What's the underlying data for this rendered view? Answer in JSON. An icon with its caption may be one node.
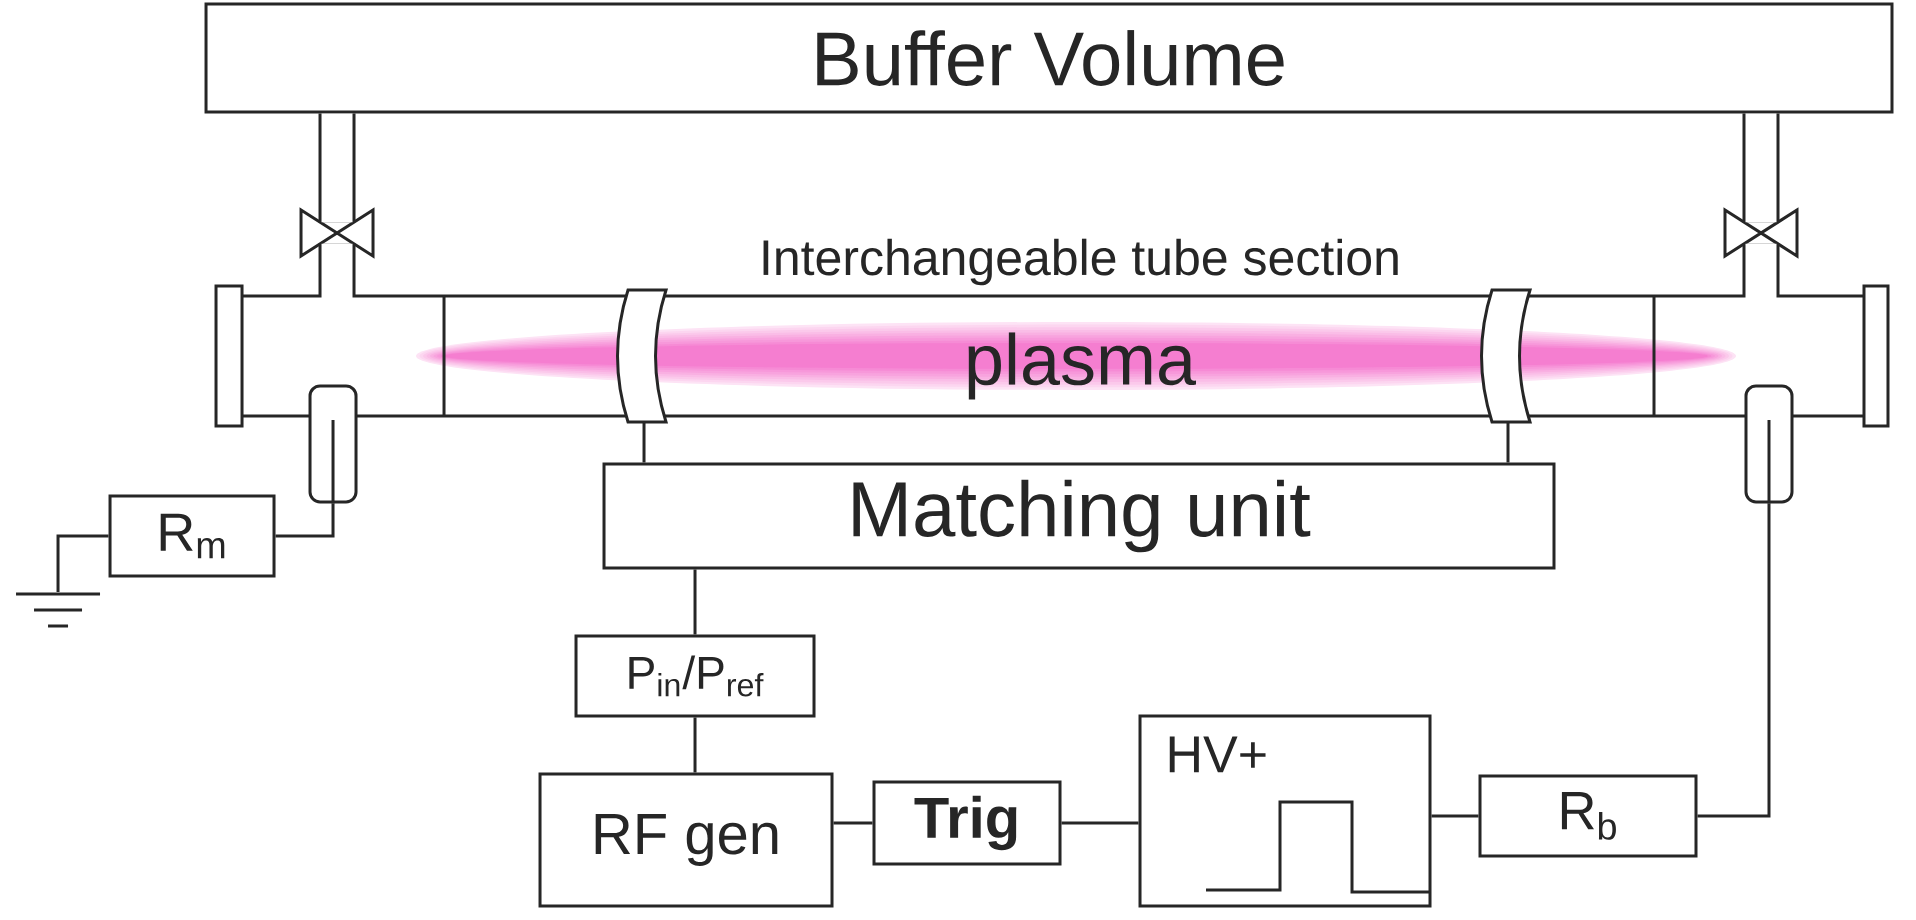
{
  "diagram": {
    "nodes": [
      {
        "text": [
          "Buffer Volume"
        ]
      },
      {
        "text": [],
        "shape": "valve"
      },
      {
        "text": [],
        "shape": "valve"
      },
      {
        "text": [],
        "shape": "tube"
      },
      {
        "text": [
          "plasma"
        ],
        "in": 3
      },
      {
        "text": [],
        "shape": "band",
        "in": 3
      },
      {
        "text": [],
        "shape": "band",
        "in": 3
      },
      {
        "text": [],
        "shape": "capsule"
      },
      {
        "text": [],
        "shape": "capsule"
      },
      {
        "text": [
          "Matching unit"
        ]
      },
      {
        "text": [
          "R$_{m}$"
        ]
      },
      {
        "text": [],
        "shape": "ground"
      },
      {
        "text": [
          "P$_{in}$/P$_{ref}$"
        ]
      },
      {
        "text": [
          "RF gen"
        ]
      },
      {
        "text": [
          "Trig"
        ]
      },
      {
        "text": [
          "HV+"
        ]
      },
      {
        "text": [
          "R$_{b}$"
        ]
      }
    ],
    "edges": [
      {
        "from": 0,
        "to": 1,
        "arrow": "none",
        "style": "thick"
      },
      {
        "from": 1,
        "to": 3,
        "arrow": "none",
        "style": "thick"
      },
      {
        "from": 0,
        "to": 2,
        "arrow": "none",
        "style": "thick"
      },
      {
        "from": 2,
        "to": 3,
        "arrow": "none",
        "style": "thick"
      },
      {
        "from": 9,
        "to": 5,
        "arrow": "none"
      },
      {
        "from": 9,
        "to": 6,
        "arrow": "none"
      },
      {
        "from": 9,
        "to": 12,
        "arrow": "none"
      },
      {
        "from": 12,
        "to": 13,
        "arrow": "none"
      },
      {
        "from": 13,
        "to": 14,
        "arrow": "none"
      },
      {
        "from": 14,
        "to": 15,
        "arrow": "none"
      },
      {
        "from": 15,
        "to": 16,
        "arrow": "none"
      },
      {
        "from": 16,
        "to": 8,
        "arrow": "none"
      },
      {
        "from": 7,
        "to": 10,
        "arrow": "none"
      },
      {
        "from": 10,
        "to": 11,
        "arrow": "none"
      }
    ],
    "labels": [
      "Interchangeable tube section"
    ]
  }
}
